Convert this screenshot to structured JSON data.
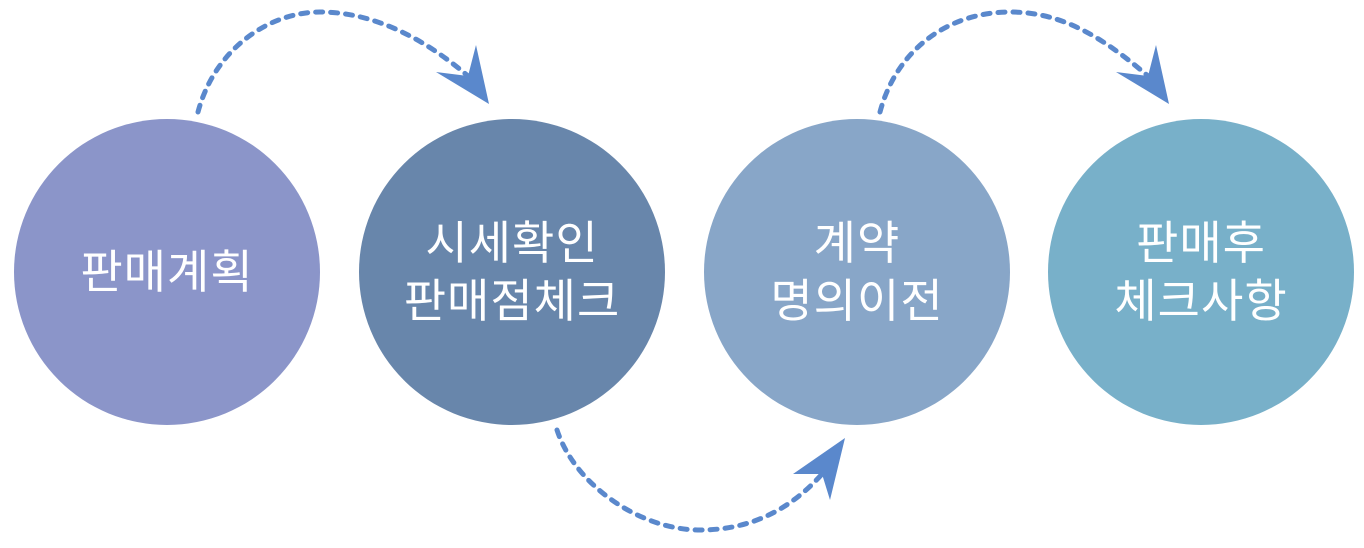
{
  "steps": [
    {
      "lines": [
        "판매계획"
      ],
      "color": "#8b95c9"
    },
    {
      "lines": [
        "시세확인",
        "판매점체크"
      ],
      "color": "#6886ab"
    },
    {
      "lines": [
        "계약",
        "명의이전"
      ],
      "color": "#88a6c8"
    },
    {
      "lines": [
        "판매후",
        "체크사항"
      ],
      "color": "#78b0c9"
    }
  ],
  "arrow_color": "#5a88cc"
}
